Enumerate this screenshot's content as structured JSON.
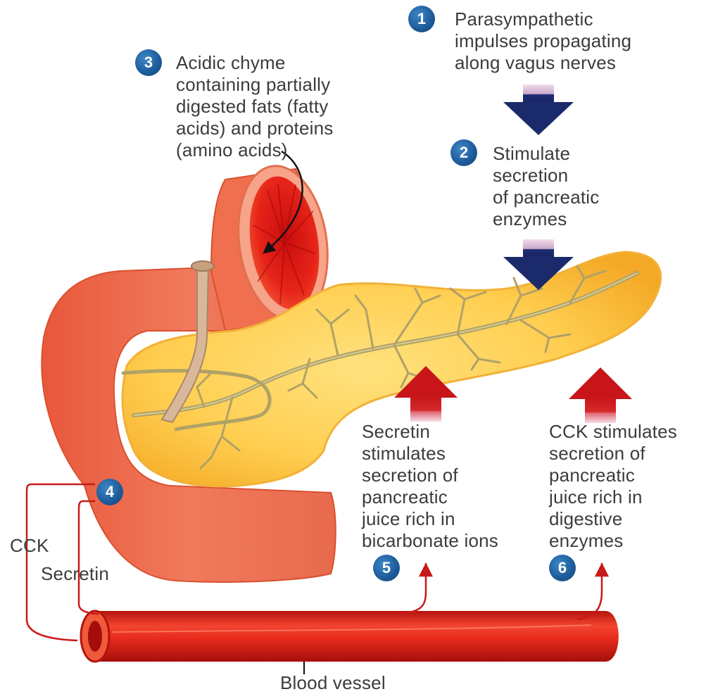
{
  "steps": [
    {
      "number": "1",
      "lines": [
        "Parasympathetic",
        "impulses propagating",
        "along vagus nerves"
      ]
    },
    {
      "number": "2",
      "lines": [
        "Stimulate",
        "secretion",
        "of pancreatic",
        "enzymes"
      ]
    },
    {
      "number": "3",
      "lines": [
        "Acidic chyme",
        "containing partially",
        "digested fats (fatty",
        "acids) and proteins",
        "(amino acids)"
      ]
    },
    {
      "number": "4",
      "lines": []
    },
    {
      "number": "5",
      "lines": [
        "Secretin",
        "stimulates",
        "secretion of",
        "pancreatic",
        "juice rich in",
        "bicarbonate ions"
      ]
    },
    {
      "number": "6",
      "lines": [
        "CCK stimulates",
        "secretion of",
        "pancreatic",
        "juice rich in",
        "digestive",
        "enzymes"
      ]
    }
  ],
  "hormones": {
    "cck": "CCK",
    "secretin": "Secretin"
  },
  "structures": {
    "blood_vessel": "Blood vessel"
  },
  "colors": {
    "badge": "#1c5a99",
    "nerve_arrow": "#1b2a6b",
    "hormone_arrow": "#cc1f1f",
    "pancreas": "#ffc94a",
    "duodenum": "#ee6a4c",
    "blood_vessel": "#e0281c",
    "nerve": "#b0a267"
  }
}
